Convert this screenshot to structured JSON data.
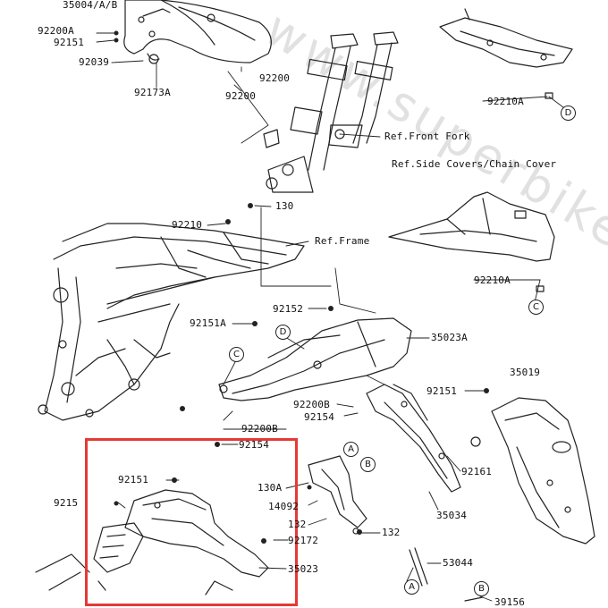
{
  "watermark": "www.superbikep",
  "colors": {
    "highlight": "#e53935",
    "line": "#222222"
  },
  "references": {
    "front_fork": "Ref.Front Fork",
    "side_covers": "Ref.Side Covers/Chain Cover",
    "frame": "Ref.Frame"
  },
  "part_labels": {
    "p35004": "35004/A/B",
    "p92200A": "92200A",
    "p92151_top": "92151",
    "p92039": "92039",
    "p92173A": "92173A",
    "p92200_a": "92200",
    "p92200_b": "92200",
    "p92210A_top": "92210A",
    "p92210": "92210",
    "p130": "130",
    "p92210A_mid": "92210A",
    "p92152": "92152",
    "p92151A": "92151A",
    "p35023A": "35023A",
    "p35019": "35019",
    "p92151_right": "92151",
    "p92200B": "92200B",
    "p92154_mid": "92154",
    "p92200B_low": "92200B",
    "p92154_low": "92154",
    "p92161": "92161",
    "p92151_box": "92151",
    "p9215_box": "9215",
    "p130A": "130A",
    "p14092": "14092",
    "p132_a": "132",
    "p132_b": "132",
    "p92172": "92172",
    "p35023": "35023",
    "p35034": "35034",
    "p53044": "53044",
    "p39156": "39156"
  },
  "callouts": {
    "D_top": "D",
    "D_mid": "D",
    "C_right": "C",
    "C_mid": "C",
    "A_mid": "A",
    "B_mid": "B",
    "A_low": "A",
    "B_low": "B"
  }
}
